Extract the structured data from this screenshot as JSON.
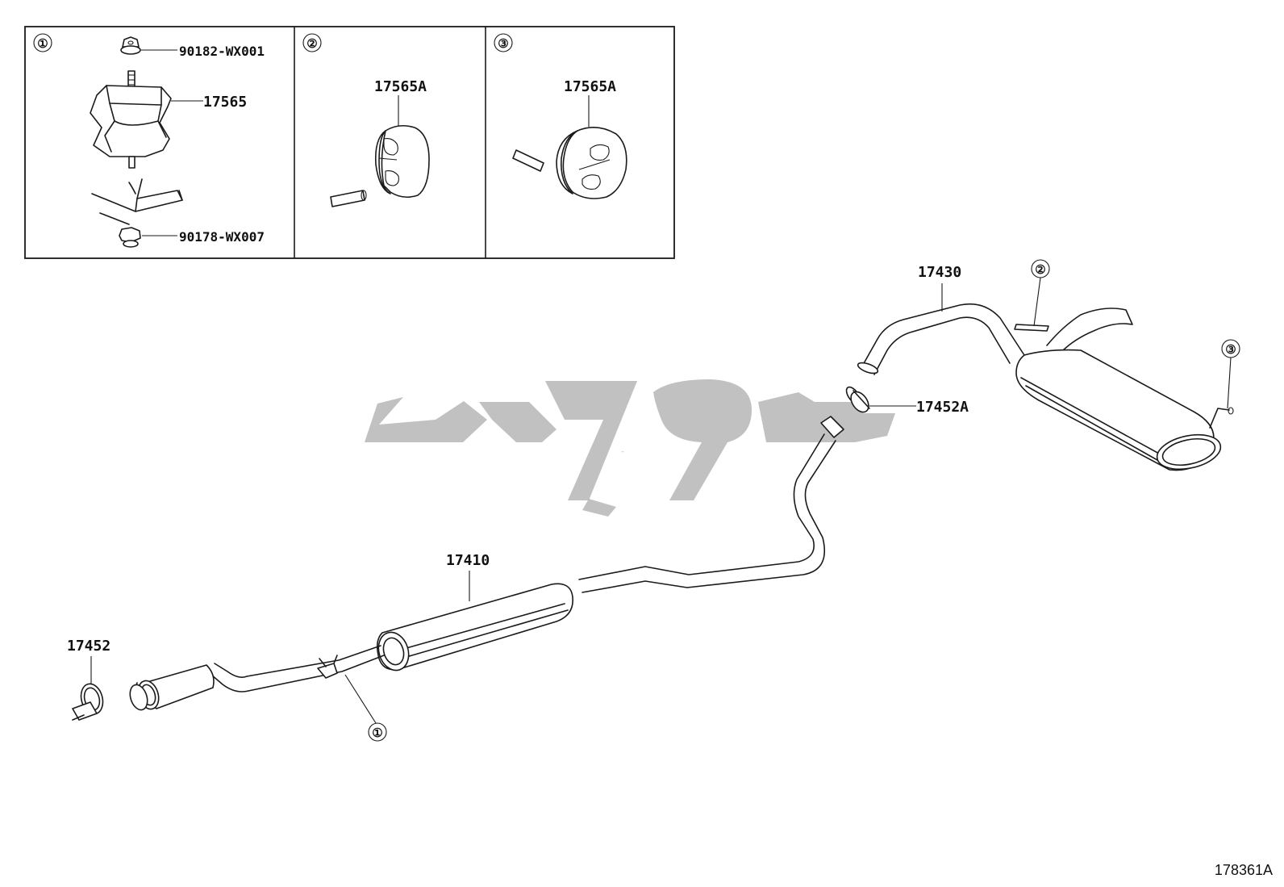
{
  "insets": [
    {
      "callout": "①",
      "parts": [
        "90182-WX001",
        "17565",
        "90178-WX007"
      ]
    },
    {
      "callout": "②",
      "parts": [
        "17565A"
      ]
    },
    {
      "callout": "③",
      "parts": [
        "17565A"
      ]
    }
  ],
  "main": {
    "parts": {
      "tail_pipe": "17430",
      "gasket_rear": "17452A",
      "center_pipe": "17410",
      "clamp_front": "17452"
    },
    "callouts": {
      "hanger_rear_a": "②",
      "hanger_rear_b": "③",
      "hanger_front": "①"
    }
  },
  "watermark": {
    "text": "ﭼﻮﭘﺎرت",
    "color": "#b3b3b3"
  },
  "diagram_code": "178361A",
  "colors": {
    "line": "#1a1a1a",
    "background": "#ffffff",
    "watermark": "#b3b3b3"
  }
}
